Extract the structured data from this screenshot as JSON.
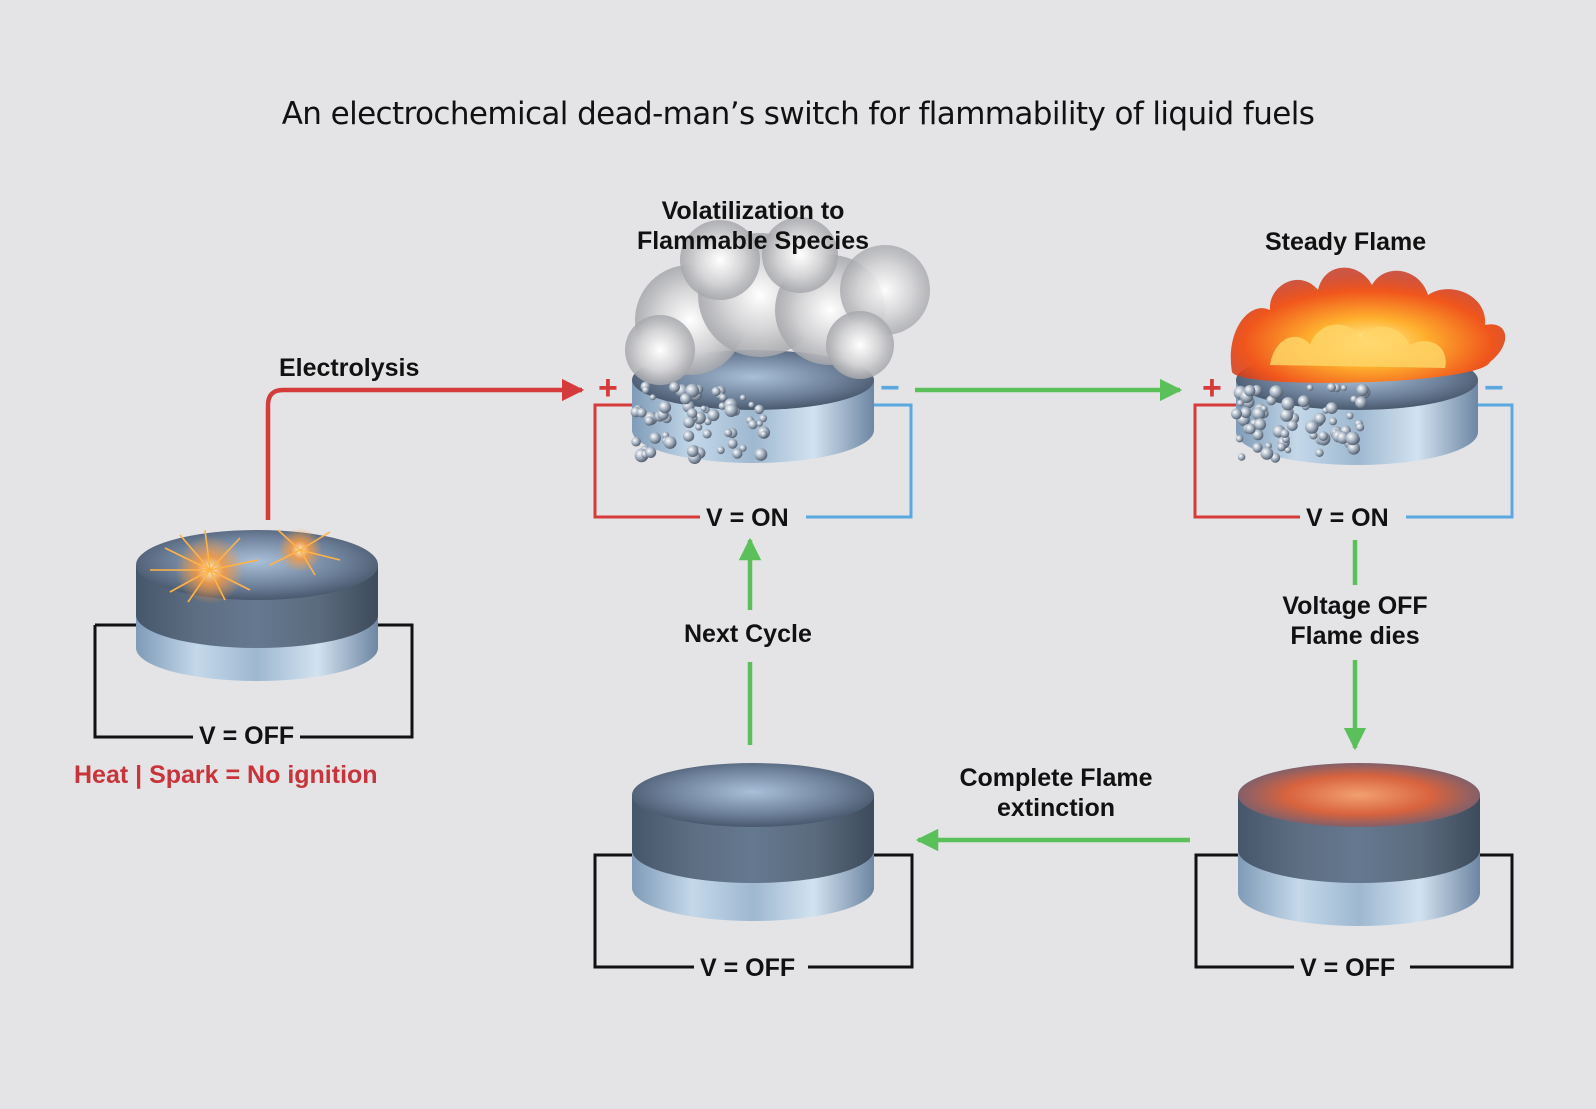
{
  "title": "An electrochemical dead-man’s switch for flammability of liquid fuels",
  "colors": {
    "background": "#e4e4e6",
    "anode_wire": "#d63b3b",
    "cathode_wire": "#5aa8e0",
    "off_wire": "#111111",
    "cycle_arrow": "#5cc05a",
    "electrolysis_arrow": "#d63b3b",
    "warning_text": "#c8343a"
  },
  "stages": {
    "initial": {
      "voltage": "V = OFF",
      "note": "Heat | Spark =  No ignition",
      "icon": "sparks-icon"
    },
    "volatilization": {
      "label_line1": "Volatilization to",
      "label_line2": "Flammable Species",
      "voltage": "V = ON",
      "plus": "+",
      "minus": "−",
      "icon": "vapor-cloud-icon"
    },
    "steady": {
      "label": "Steady Flame",
      "voltage": "V = ON",
      "plus": "+",
      "minus": "−",
      "icon": "flame-icon"
    },
    "dying": {
      "voltage": "V = OFF",
      "icon": "dying-flame-icon"
    },
    "extinguished": {
      "voltage": "V = OFF"
    }
  },
  "arrows": {
    "electrolysis": "Electrolysis",
    "voltage_off_line1": "Voltage OFF",
    "voltage_off_line2": "Flame dies",
    "extinction_line1": "Complete Flame",
    "extinction_line2": "extinction",
    "next_cycle": "Next Cycle"
  }
}
